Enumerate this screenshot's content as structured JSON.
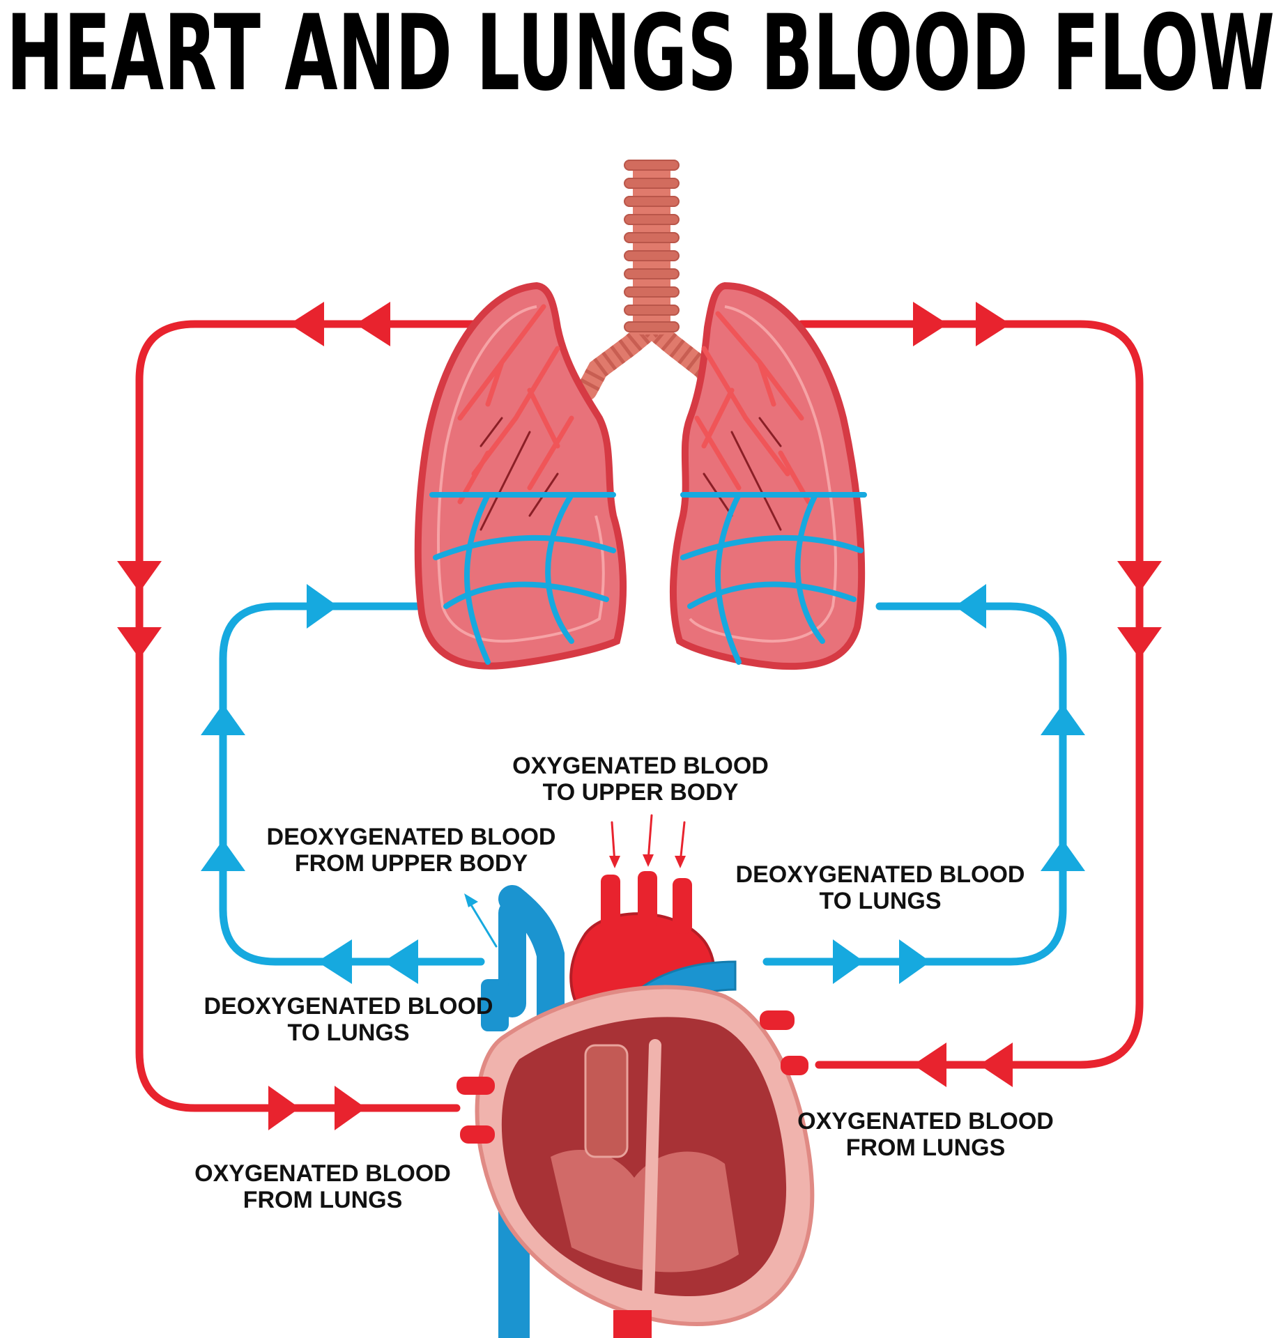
{
  "title": "HEART AND LUNGS BLOOD FLOW",
  "colors": {
    "oxygenated": "#e8232e",
    "deoxygenated": "#16a9df",
    "lung_fill": "#e8727a",
    "lung_outline": "#d63a44",
    "trachea": "#e07a6c",
    "heart_chamber": "#a83236",
    "heart_wall": "#f0b3ad",
    "text": "#111111"
  },
  "labels": {
    "oxy_upper_line1": "OXYGENATED BLOOD",
    "oxy_upper_line2": "TO UPPER BODY",
    "deoxy_from_upper_line1": "DEOXYGENATED BLOOD",
    "deoxy_from_upper_line2": "FROM UPPER BODY",
    "deoxy_to_lungs_right_line1": "DEOXYGENATED BLOOD",
    "deoxy_to_lungs_right_line2": "TO LUNGS",
    "deoxy_to_lungs_left_line1": "DEOXYGENATED BLOOD",
    "deoxy_to_lungs_left_line2": "TO LUNGS",
    "oxy_from_lungs_right_line1": "OXYGENATED BLOOD",
    "oxy_from_lungs_right_line2": "FROM LUNGS",
    "oxy_from_lungs_left_line1": "OXYGENATED BLOOD",
    "oxy_from_lungs_left_line2": "FROM LUNGS"
  },
  "icons": {
    "lungs": "lungs-illustration",
    "heart": "heart-illustration",
    "trachea": "trachea-illustration",
    "flow_arrow": "arrowhead-icon"
  }
}
